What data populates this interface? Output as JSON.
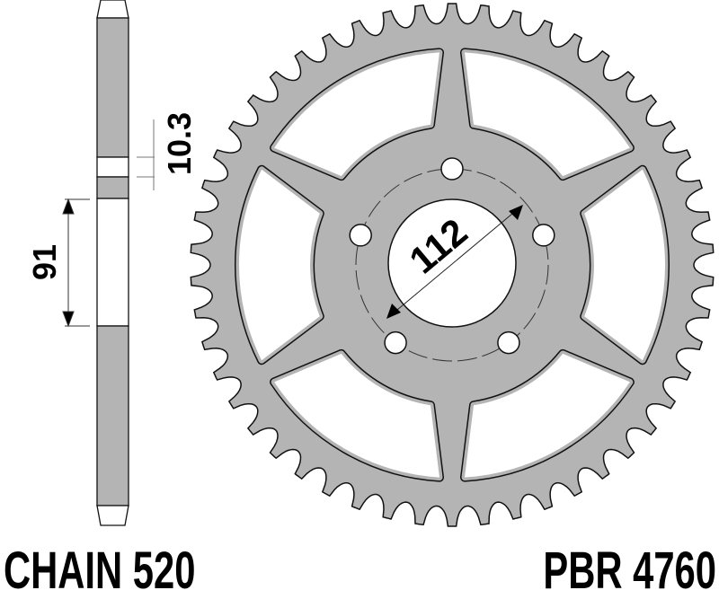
{
  "colors": {
    "metal": "#b4b4b4",
    "outline": "#111111",
    "background": "#ffffff"
  },
  "side_view": {
    "dimension_thickness": "10.3",
    "dimension_hub": "91"
  },
  "front_view": {
    "teeth": 50,
    "bolt_holes": 5,
    "spokes": 6,
    "dimension_center": "112"
  },
  "footer": {
    "chain_label": "CHAIN 520",
    "part_number": "PBR 4760"
  }
}
